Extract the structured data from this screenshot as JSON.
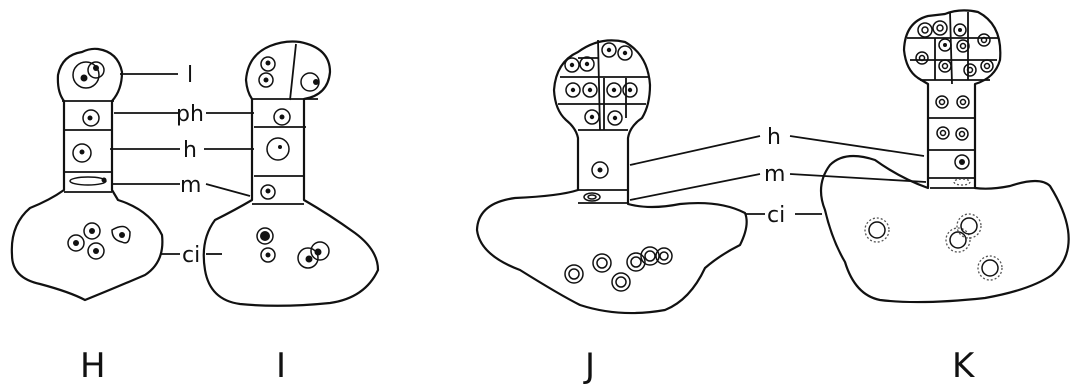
{
  "labels": {
    "l": "l",
    "ph": "ph",
    "h": "h",
    "m": "m",
    "ci": "ci"
  },
  "panels": [
    "H",
    "I",
    "J",
    "K"
  ]
}
